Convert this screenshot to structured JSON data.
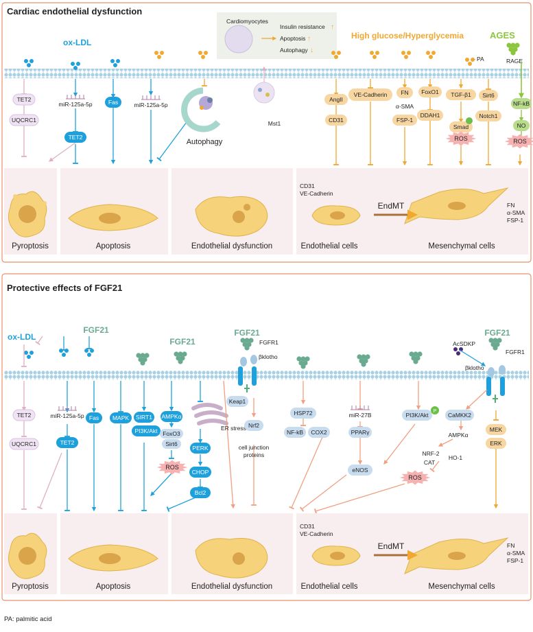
{
  "colors": {
    "border": "#e8906a",
    "cell_bg": "#f8eef0",
    "blue": "#1ea0dc",
    "orange": "#f0a830",
    "pink": "#e0b0c0",
    "green": "#8cc63f",
    "teal": "#6aaa90",
    "node_light": "#c8dcf0",
    "node_peach": "#f7d6a2",
    "ros": "#f6b1b1",
    "membrane": "#a9d1e3"
  },
  "panel1": {
    "title": "Cardiac endothelial dysfunction",
    "ox_ldl": "ox-LDL",
    "high_glucose": "High glucose/Hyperglycemia",
    "ages": "AGES",
    "rage": "RAGE",
    "pa": "PA",
    "inset": {
      "cardiomyocytes": "Cardiomyocytes",
      "insulin": "Insulin resistance",
      "apoptosis": "Apoptosis",
      "autophagy": "Autophagy"
    },
    "nodes": {
      "tet2_a": "TET2",
      "uqcrc1": "UQCRC1",
      "mir_a": "miR-125a-5p",
      "tet2_b": "TET2",
      "fas": "Fas",
      "mir_b": "miR-125a-5p",
      "autophagy": "Autophagy",
      "mst1": "Mst1",
      "angii": "AngII",
      "cd31": "CD31",
      "vecad": "VE-Cadherin",
      "fn": "FN",
      "asma": "α-SMA",
      "fsp1": "FSP-1",
      "foxo1": "FoxO1",
      "ddah1": "DDAH1",
      "tgf": "TGF-β1",
      "smad": "Smad",
      "ros_a": "ROS",
      "sirt6": "Sirt6",
      "notch1": "Notch1",
      "nfkb": "NF-kB",
      "no": "NO",
      "ros_b": "ROS"
    },
    "cells": {
      "pyroptosis": "Pyroptosis",
      "apoptosis": "Apoptosis",
      "endo_dys": "Endothelial dysfunction",
      "endo_cells": "Endothelial cells",
      "mes_cells": "Mesenchymal cells",
      "endmt": "EndMT",
      "markers_left": [
        "CD31",
        "VE-Cadherin"
      ],
      "markers_right": [
        "FN",
        "α-SMA",
        "FSP-1"
      ]
    }
  },
  "panel2": {
    "title": "Protective effects of FGF21",
    "ox_ldl": "ox-LDL",
    "fgf21": "FGF21",
    "fgfr1": "FGFR1",
    "bklotho": "βklotho",
    "acsdkp": "AcSDKP",
    "nodes": {
      "tet2_a": "TET2",
      "uqcrc1": "UQCRC1",
      "mir": "miR-125a-5p",
      "tet2_b": "TET2",
      "fas": "Fas",
      "mapk": "MAPK",
      "sirt1": "SIRT1",
      "pi3k": "PI3K/Akt",
      "ampka": "AMPKα",
      "foxo3": "FoxO3",
      "sirt6": "Sirt6",
      "ros_a": "ROS",
      "er": "ER stress",
      "perk": "PERK",
      "chop": "CHOP",
      "bcl2": "Bcl2",
      "keap1": "Keap1",
      "nrf2": "Nrf2",
      "cjp": [
        "cell junction",
        "proteins"
      ],
      "hsp72": "HSP72",
      "nfkb": "NF-kB",
      "cox2": "COX2",
      "mir27b": "miR-27B",
      "ppar": "PPARγ",
      "pi3k2": "PI3K/Akt",
      "p": "P",
      "enos": "eNOS",
      "camkk2": "CaMKK2",
      "ampka2": "AMPKα",
      "nrf2b": "NRF-2",
      "ho1": "HO-1",
      "cat": "CAT",
      "ros_b": "ROS",
      "mek": "MEK",
      "erk": "ERK"
    },
    "cells": {
      "pyroptosis": "Pyroptosis",
      "apoptosis": "Apoptosis",
      "endo_dys": "Endothelial dysfunction",
      "endo_cells": "Endothelial cells",
      "mes_cells": "Mesenchymal cells",
      "endmt": "EndMT",
      "markers_left": [
        "CD31",
        "VE-Cadherin"
      ],
      "markers_right": [
        "FN",
        "α-SMA",
        "FSP-1"
      ]
    }
  },
  "footnote": "PA: palmitic acid"
}
